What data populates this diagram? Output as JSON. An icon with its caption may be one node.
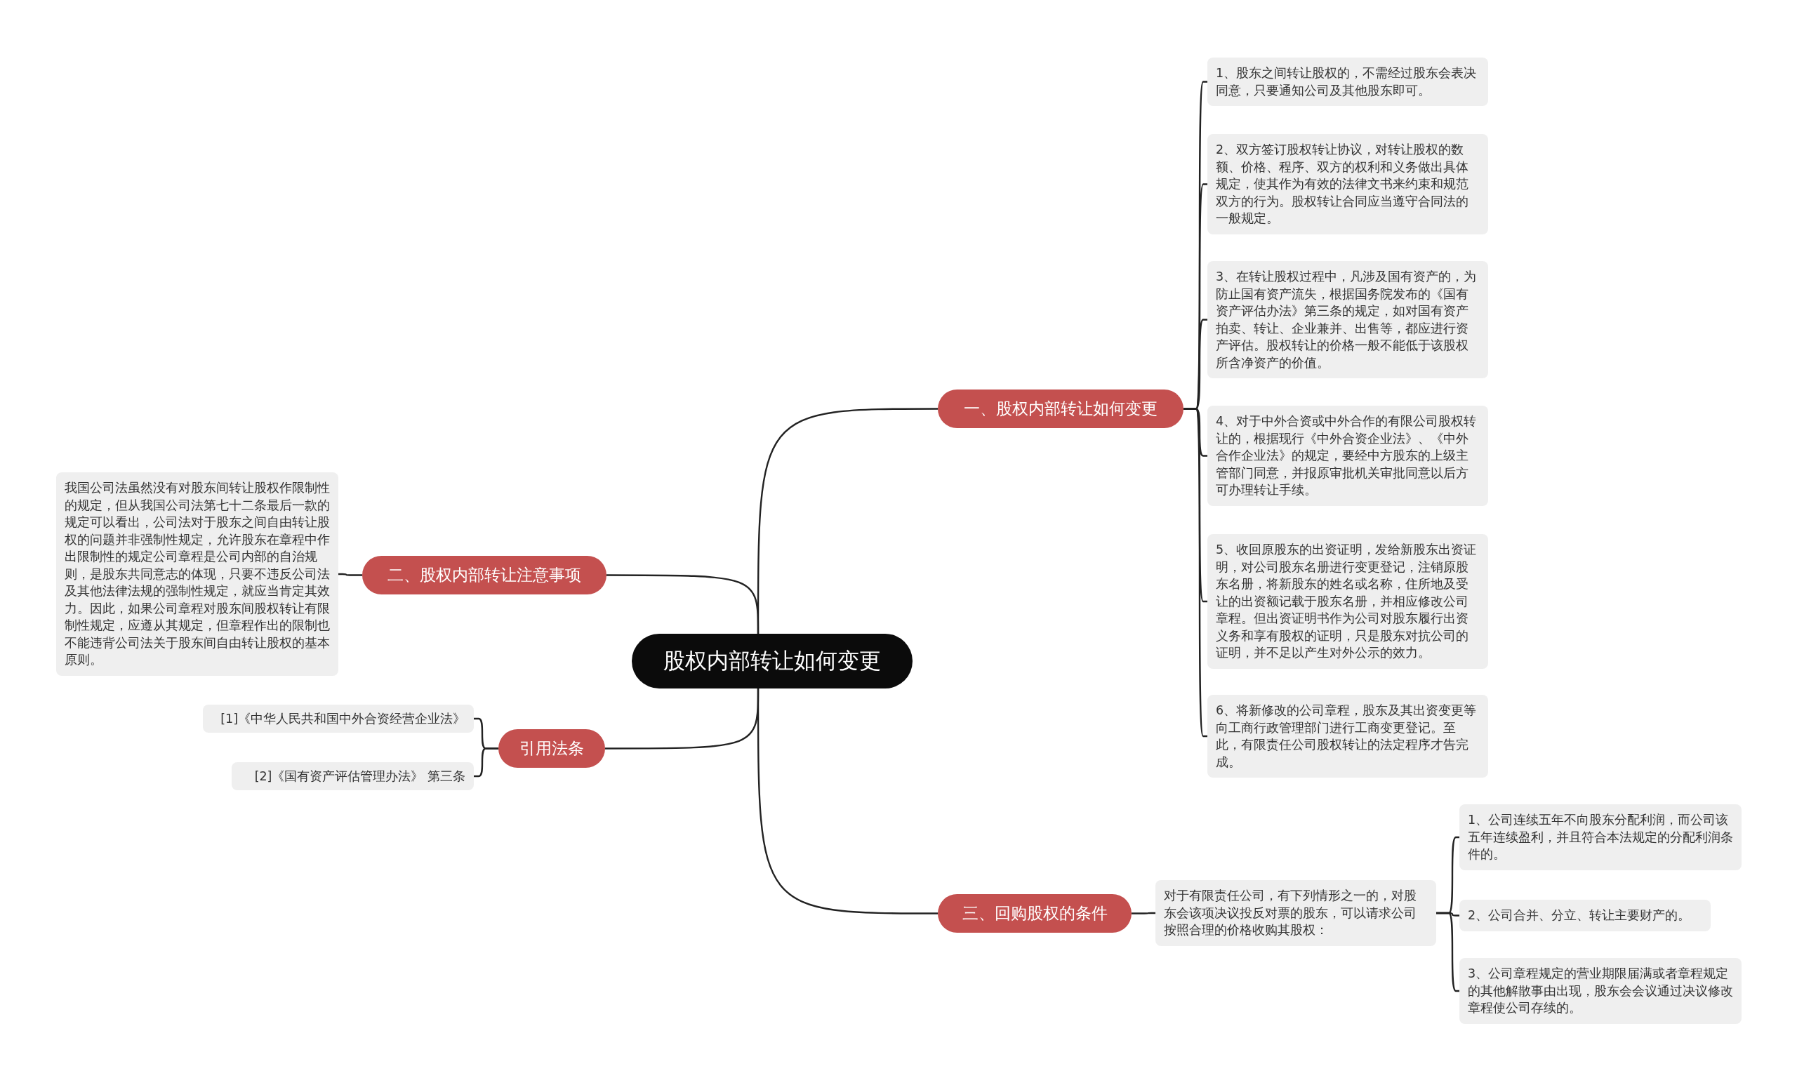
{
  "diagram": {
    "nodes": [
      {
        "text": [
          "股权内部转让如何变更"
        ]
      },
      {
        "text": [
          "一、股权内部转让如何变更"
        ]
      },
      {
        "text": [
          "1、股东之间转让股权的，不需经过股东会表决同意，只要通知公司及其他股东即可。"
        ]
      },
      {
        "text": [
          "2、双方签订股权转让协议，对转让股权的数额、价格、程序、双方的权利和义务做出具体规定，使其作为有效的法律文书来约束和规范双方的行为。股权转让合同应当遵守合同法的一般规定。"
        ]
      },
      {
        "text": [
          "3、在转让股权过程中，凡涉及国有资产的，为防止国有资产流失，根据国务院发布的《国有资产评估办法》第三条的规定，如对国有资产拍卖、转让、企业兼并、出售等，都应进行资产评估。股权转让的价格一般不能低于该股权所含净资产的价值。"
        ]
      },
      {
        "text": [
          "4、对于中外合资或中外合作的有限公司股权转让的，根据现行《中外合资企业法》、《中外合作企业法》的规定，要经中方股东的上级主管部门同意，并报原审批机关审批同意以后方可办理转让手续。"
        ]
      },
      {
        "text": [
          "5、收回原股东的出资证明，发给新股东出资证明，对公司股东名册进行变更登记，注销原股东名册，将新股东的姓名或名称，住所地及受让的出资额记载于股东名册，并相应修改公司章程。但出资证明书作为公司对股东履行出资义务和享有股权的证明，只是股东对抗公司的证明，并不足以产生对外公示的效力。"
        ]
      },
      {
        "text": [
          "6、将新修改的公司章程，股东及其出资变更等向工商行政管理部门进行工商变更登记。至此，有限责任公司股权转让的法定程序才告完成。"
        ]
      },
      {
        "text": [
          "二、股权内部转让注意事项"
        ]
      },
      {
        "text": [
          "我国公司法虽然没有对股东间转让股权作限制性的规定，但从我国公司法第七十二条最后一款的规定可以看出，公司法对于股东之间自由转让股权的问题并非强制性规定，允许股东在章程中作出限制性的规定公司章程是公司内部的自治规则，是股东共同意志的体现，只要不违反公司法及其他法律法规的强制性规定，就应当肯定其效力。因此，如果公司章程对股东间股权转让有限制性规定，应遵从其规定，但章程作出的限制也不能违背公司法关于股东间自由转让股权的基本原则。"
        ]
      },
      {
        "text": [
          "引用法条"
        ]
      },
      {
        "text": [
          "[1]《中华人民共和国中外合资经营企业法》"
        ]
      },
      {
        "text": [
          "[2]《国有资产评估管理办法》 第三条"
        ]
      },
      {
        "text": [
          "三、回购股权的条件"
        ]
      },
      {
        "text": [
          "对于有限责任公司，有下列情形之一的，对股东会该项决议投反对票的股东，可以请求公司按照合理的价格收购其股权："
        ]
      },
      {
        "text": [
          "1、公司连续五年不向股东分配利润，而公司该五年连续盈利，并且符合本法规定的分配利润条件的。"
        ]
      },
      {
        "text": [
          "2、公司合并、分立、转让主要财产的。"
        ]
      },
      {
        "text": [
          "3、公司章程规定的营业期限届满或者章程规定的其他解散事由出现，股东会会议通过决议修改章程使公司存续的。"
        ]
      }
    ],
    "edges": [
      {
        "from": 0,
        "to": 1,
        "arrow": "none"
      },
      {
        "from": 1,
        "to": 2,
        "arrow": "none"
      },
      {
        "from": 1,
        "to": 3,
        "arrow": "none"
      },
      {
        "from": 1,
        "to": 4,
        "arrow": "none"
      },
      {
        "from": 1,
        "to": 5,
        "arrow": "none"
      },
      {
        "from": 1,
        "to": 6,
        "arrow": "none"
      },
      {
        "from": 1,
        "to": 7,
        "arrow": "none"
      },
      {
        "from": 0,
        "to": 8,
        "arrow": "none"
      },
      {
        "from": 8,
        "to": 9,
        "arrow": "none"
      },
      {
        "from": 0,
        "to": 10,
        "arrow": "none"
      },
      {
        "from": 10,
        "to": 11,
        "arrow": "none"
      },
      {
        "from": 10,
        "to": 12,
        "arrow": "none"
      },
      {
        "from": 0,
        "to": 13,
        "arrow": "none"
      },
      {
        "from": 13,
        "to": 14,
        "arrow": "none"
      },
      {
        "from": 14,
        "to": 15,
        "arrow": "none"
      },
      {
        "from": 14,
        "to": 16,
        "arrow": "none"
      },
      {
        "from": 14,
        "to": 17,
        "arrow": "none"
      }
    ]
  }
}
